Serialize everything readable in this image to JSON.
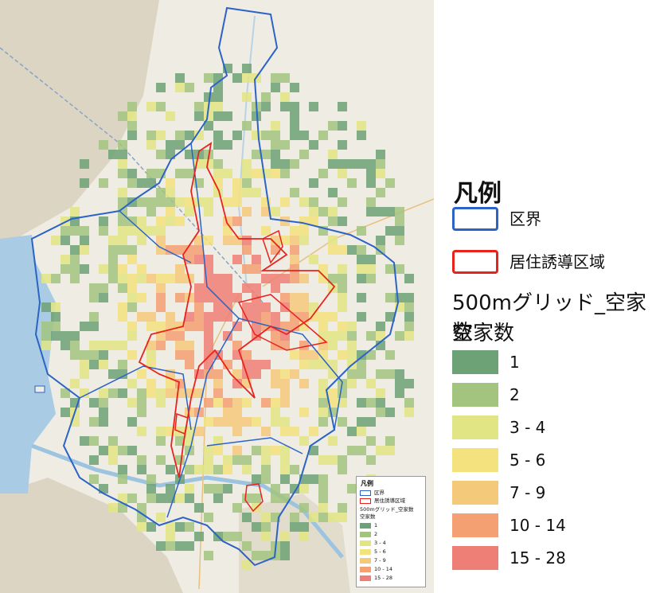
{
  "legend": {
    "title": "凡例",
    "boundary": {
      "label": "区界",
      "color": "#2b63c6"
    },
    "induction": {
      "label": "居住誘導区域",
      "color": "#e8231c"
    },
    "layer_title": "500mグリッド_空家数",
    "field_title": "空家数",
    "classes": [
      {
        "label": "1",
        "color": "#6da276"
      },
      {
        "label": "2",
        "color": "#a2c47f"
      },
      {
        "label": "3 - 4",
        "color": "#e2e584"
      },
      {
        "label": "5 - 6",
        "color": "#f3e27e"
      },
      {
        "label": "7 - 9",
        "color": "#f5c97a"
      },
      {
        "label": "10 - 14",
        "color": "#f5a073"
      },
      {
        "label": "15 - 28",
        "color": "#ee7f76"
      }
    ]
  },
  "inset_legend": {
    "title": "凡例",
    "boundary_label": "区界",
    "induction_label": "居住誘導区域",
    "layer_title": "500mグリッド_空家数",
    "field_title": "空家数",
    "classes": [
      "1",
      "2",
      "3 - 4",
      "5 - 6",
      "7 - 9",
      "10 - 14",
      "15 - 28"
    ]
  },
  "map": {
    "sea_color": "#a9cbe3",
    "land_color": "#efece4",
    "hill_color": "#d9d3c2"
  }
}
